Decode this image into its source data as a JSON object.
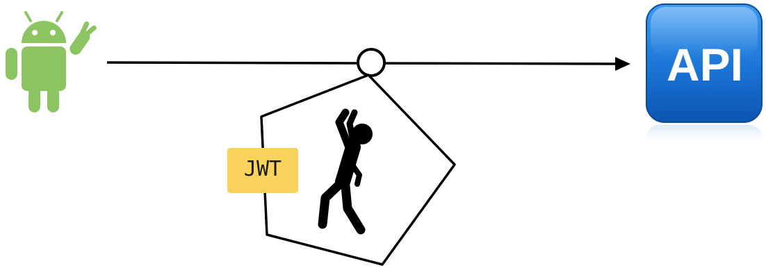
{
  "diagram": {
    "client": {
      "icon": "android-robot-icon",
      "color": "#8cc462"
    },
    "connection": {
      "direction": "client-to-api",
      "line_color": "#000000"
    },
    "traveler": {
      "icon": "hanging-person-icon",
      "token_label": "JWT",
      "token_color": "#fad35c"
    },
    "server": {
      "icon": "api-icon",
      "label": "API",
      "color_top": "#2f8ee8",
      "color_bottom": "#0c5cb8"
    }
  }
}
